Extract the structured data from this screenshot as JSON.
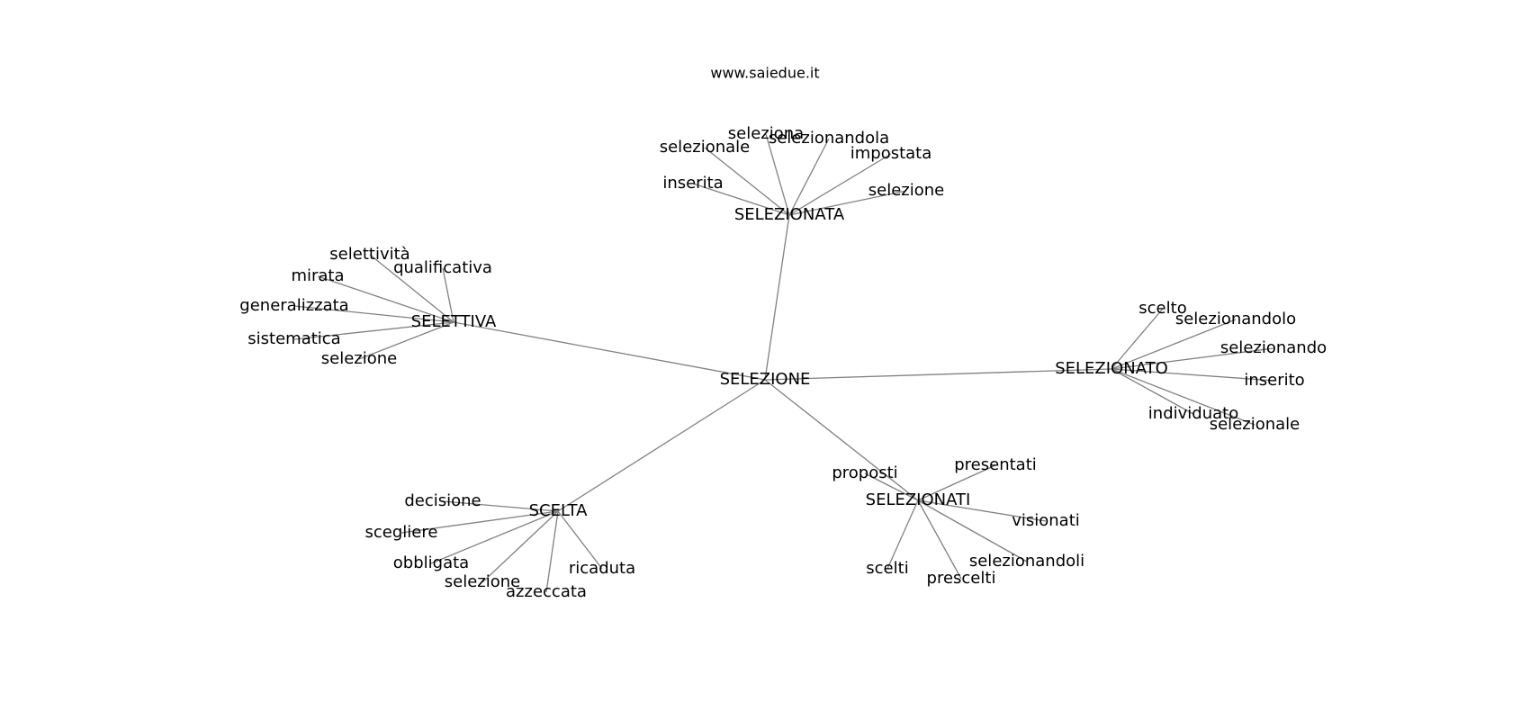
{
  "header": {
    "site": "www.saiedue.it"
  },
  "graph": {
    "edge_color": "#808080",
    "nodes": [
      {
        "id": "selezione_center",
        "label": "SELEZIONE"
      },
      {
        "id": "selezionata",
        "label": "SELEZIONATA"
      },
      {
        "id": "selettiva",
        "label": "SELETTIVA"
      },
      {
        "id": "selezionato",
        "label": "SELEZIONATO"
      },
      {
        "id": "scelta",
        "label": "SCELTA"
      },
      {
        "id": "selezionati",
        "label": "SELEZIONATI"
      },
      {
        "id": "seln_a1",
        "label": "seleziona"
      },
      {
        "id": "seln_a2",
        "label": "selezionandola"
      },
      {
        "id": "seln_a3",
        "label": "selezionale"
      },
      {
        "id": "seln_a4",
        "label": "impostata"
      },
      {
        "id": "seln_a5",
        "label": "inserita"
      },
      {
        "id": "seln_a6",
        "label": "selezione"
      },
      {
        "id": "selt_1",
        "label": "selettività"
      },
      {
        "id": "selt_2",
        "label": "qualificativa"
      },
      {
        "id": "selt_3",
        "label": "mirata"
      },
      {
        "id": "selt_4",
        "label": "generalizzata"
      },
      {
        "id": "selt_5",
        "label": "sistematica"
      },
      {
        "id": "selt_6",
        "label": "selezione"
      },
      {
        "id": "selo_1",
        "label": "scelto"
      },
      {
        "id": "selo_2",
        "label": "selezionandolo"
      },
      {
        "id": "selo_3",
        "label": "selezionando"
      },
      {
        "id": "selo_4",
        "label": "inserito"
      },
      {
        "id": "selo_5",
        "label": "individuato"
      },
      {
        "id": "selo_6",
        "label": "selezionale"
      },
      {
        "id": "sc_1",
        "label": "decisione"
      },
      {
        "id": "sc_2",
        "label": "scegliere"
      },
      {
        "id": "sc_3",
        "label": "obbligata"
      },
      {
        "id": "sc_4",
        "label": "selezione"
      },
      {
        "id": "sc_5",
        "label": "azzeccata"
      },
      {
        "id": "sc_6",
        "label": "ricaduta"
      },
      {
        "id": "seli_1",
        "label": "proposti"
      },
      {
        "id": "seli_2",
        "label": "presentati"
      },
      {
        "id": "seli_3",
        "label": "visionati"
      },
      {
        "id": "seli_4",
        "label": "selezionandoli"
      },
      {
        "id": "seli_5",
        "label": "prescelti"
      },
      {
        "id": "seli_6",
        "label": "scelti"
      }
    ],
    "edges": [
      [
        "selezione_center",
        "selezionata"
      ],
      [
        "selezione_center",
        "selettiva"
      ],
      [
        "selezione_center",
        "selezionato"
      ],
      [
        "selezione_center",
        "scelta"
      ],
      [
        "selezione_center",
        "selezionati"
      ],
      [
        "selezionata",
        "seln_a1"
      ],
      [
        "selezionata",
        "seln_a2"
      ],
      [
        "selezionata",
        "seln_a3"
      ],
      [
        "selezionata",
        "seln_a4"
      ],
      [
        "selezionata",
        "seln_a5"
      ],
      [
        "selezionata",
        "seln_a6"
      ],
      [
        "selettiva",
        "selt_1"
      ],
      [
        "selettiva",
        "selt_2"
      ],
      [
        "selettiva",
        "selt_3"
      ],
      [
        "selettiva",
        "selt_4"
      ],
      [
        "selettiva",
        "selt_5"
      ],
      [
        "selettiva",
        "selt_6"
      ],
      [
        "selezionato",
        "selo_1"
      ],
      [
        "selezionato",
        "selo_2"
      ],
      [
        "selezionato",
        "selo_3"
      ],
      [
        "selezionato",
        "selo_4"
      ],
      [
        "selezionato",
        "selo_5"
      ],
      [
        "selezionato",
        "selo_6"
      ],
      [
        "scelta",
        "sc_1"
      ],
      [
        "scelta",
        "sc_2"
      ],
      [
        "scelta",
        "sc_3"
      ],
      [
        "scelta",
        "sc_4"
      ],
      [
        "scelta",
        "sc_5"
      ],
      [
        "scelta",
        "sc_6"
      ],
      [
        "selezionati",
        "seli_1"
      ],
      [
        "selezionati",
        "seli_2"
      ],
      [
        "selezionati",
        "seli_3"
      ],
      [
        "selezionati",
        "seli_4"
      ],
      [
        "selezionati",
        "seli_5"
      ],
      [
        "selezionati",
        "seli_6"
      ]
    ]
  }
}
